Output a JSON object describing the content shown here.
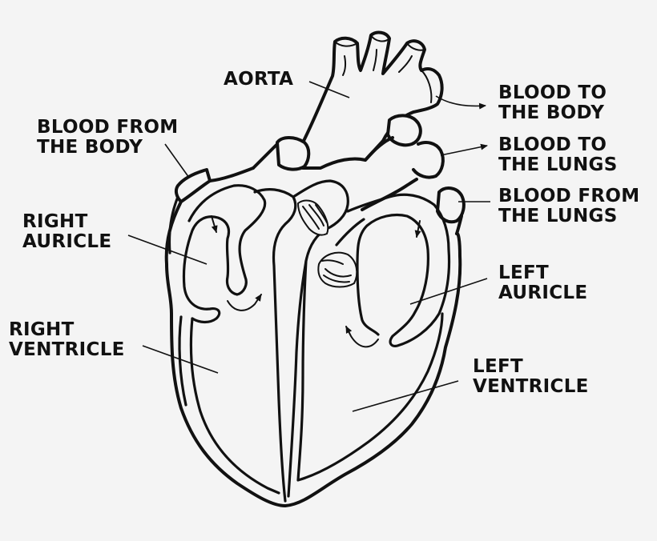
{
  "labels": {
    "aorta": "AORTA",
    "blood_from_body": [
      "BLOOD FROM",
      "THE BODY"
    ],
    "blood_to_body": [
      "BLOOD TO",
      "THE BODY"
    ],
    "blood_to_lungs": [
      "BLOOD TO",
      "THE LUNGS"
    ],
    "blood_from_lungs": [
      "BLOOD FROM",
      "THE LUNGS"
    ],
    "right_auricle": [
      "RIGHT",
      "AURICLE"
    ],
    "left_auricle": [
      "LEFT",
      "AURICLE"
    ],
    "right_ventricle": [
      "RIGHT",
      "VENTRICLE"
    ],
    "left_ventricle": [
      "LEFT",
      "VENTRICLE"
    ]
  },
  "colors": {
    "background": "#f4f4f4",
    "ink": "#111111"
  }
}
